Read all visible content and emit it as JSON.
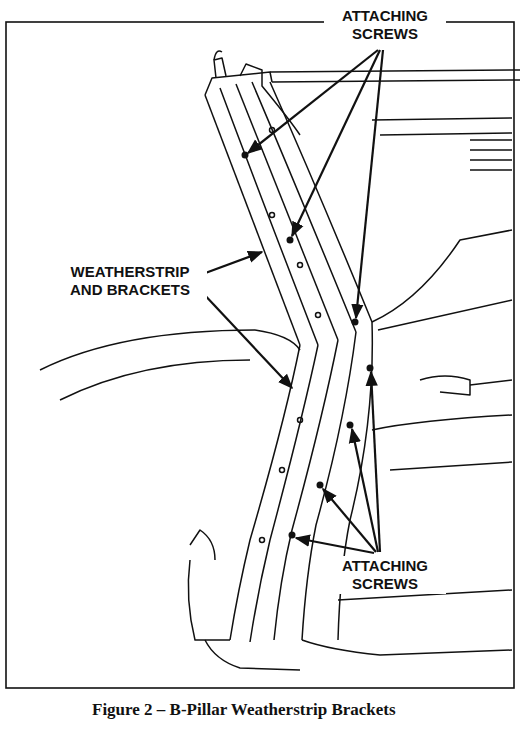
{
  "diagram": {
    "caption": "Figure 2 – B-Pillar Weatherstrip Brackets",
    "labels": [
      "ATTACHING SCREWS",
      "WEATHERSTRIP AND BRACKETS",
      "ATTACHING SCREWS"
    ]
  }
}
